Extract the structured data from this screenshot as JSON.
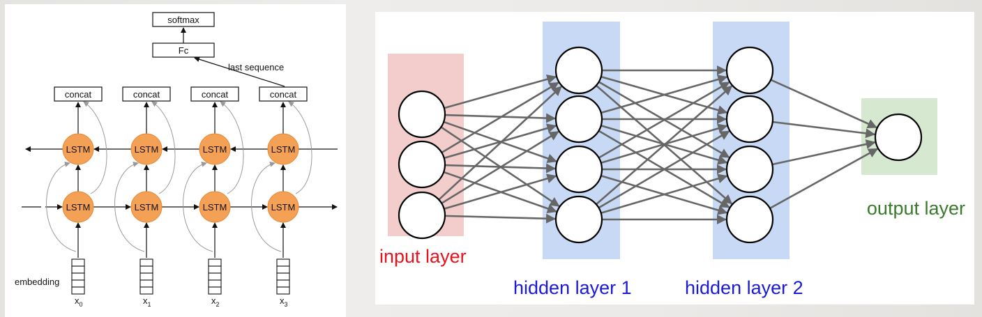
{
  "lstm_diagram": {
    "softmax_label": "softmax",
    "fc_label": "Fc",
    "last_sequence_label": "last sequence",
    "concat_label": "concat",
    "lstm_label": "LSTM",
    "embedding_label": "embedding",
    "inputs": [
      {
        "base": "x",
        "sub": "0"
      },
      {
        "base": "x",
        "sub": "1"
      },
      {
        "base": "x",
        "sub": "2"
      },
      {
        "base": "x",
        "sub": "3"
      }
    ],
    "colors": {
      "lstm_fill": "#f4a055",
      "lstm_stroke": "#e38a3c",
      "line": "#111111",
      "curve": "#999999"
    }
  },
  "nn_diagram": {
    "layers": [
      {
        "label": "input layer",
        "neurons": 3,
        "color": "#e8121c",
        "band": "#f3cccc"
      },
      {
        "label": "hidden layer 1",
        "neurons": 4,
        "color": "#1a1ad8",
        "band": "#c7d9f5"
      },
      {
        "label": "hidden layer 2",
        "neurons": 4,
        "color": "#1a1ad8",
        "band": "#c7d9f5"
      },
      {
        "label": "output layer",
        "neurons": 1,
        "color": "#3b7a2c",
        "band": "#d6e8d0"
      }
    ],
    "colors": {
      "edge": "#666666",
      "neuron_stroke": "#000000",
      "neuron_fill": "#ffffff"
    }
  }
}
